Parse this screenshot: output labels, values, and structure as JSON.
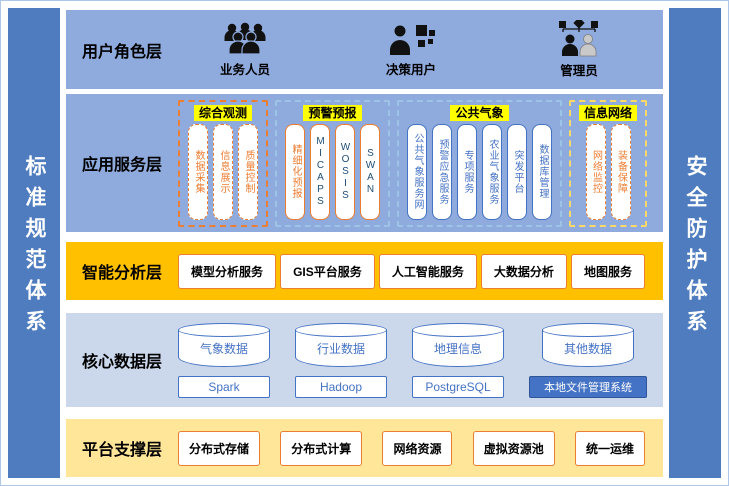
{
  "sidebars": {
    "left": "标准规范体系",
    "right": "安全防护体系"
  },
  "layers": {
    "user_role": {
      "label": "用户角色层",
      "roles": [
        {
          "label": "业务人员"
        },
        {
          "label": "决策用户"
        },
        {
          "label": "管理员"
        }
      ]
    },
    "application": {
      "label": "应用服务层",
      "groups": [
        {
          "title": "综合观测",
          "items": [
            "数据采集",
            "信息展示",
            "质量控制"
          ]
        },
        {
          "title": "预警预报",
          "items": [
            "精细化预报",
            "MICAPS",
            "WOSIS",
            "SWAN"
          ]
        },
        {
          "title": "公共气象",
          "items": [
            "公共气象服务网",
            "预警应急服务",
            "专项服务",
            "农业气象服务",
            "突发平台",
            "数据库管理"
          ]
        },
        {
          "title": "信息网络",
          "items": [
            "网络监控",
            "装备保障"
          ]
        }
      ]
    },
    "analysis": {
      "label": "智能分析层",
      "items": [
        "模型分析服务",
        "GIS平台服务",
        "人工智能服务",
        "大数据分析",
        "地图服务"
      ]
    },
    "core_data": {
      "label": "核心数据层",
      "databases": [
        "气象数据",
        "行业数据",
        "地理信息",
        "其他数据"
      ],
      "engines": [
        "Spark",
        "Hadoop",
        "PostgreSQL",
        "本地文件管理系统"
      ]
    },
    "platform": {
      "label": "平台支撑层",
      "items": [
        "分布式存储",
        "分布式计算",
        "网络资源",
        "虚拟资源池",
        "统一运维"
      ]
    }
  },
  "colors": {
    "sidebar_blue": "#4E7CBF",
    "band_blue": "#8FAADC",
    "band_gold": "#FFC000",
    "band_light_blue": "#CBD7EB",
    "band_light_gold": "#FFE699",
    "accent_orange": "#ED7D31",
    "accent_blue": "#4472C4",
    "dark_blue_text": "#1F4E79",
    "highlight_yellow": "#FFFF00"
  }
}
